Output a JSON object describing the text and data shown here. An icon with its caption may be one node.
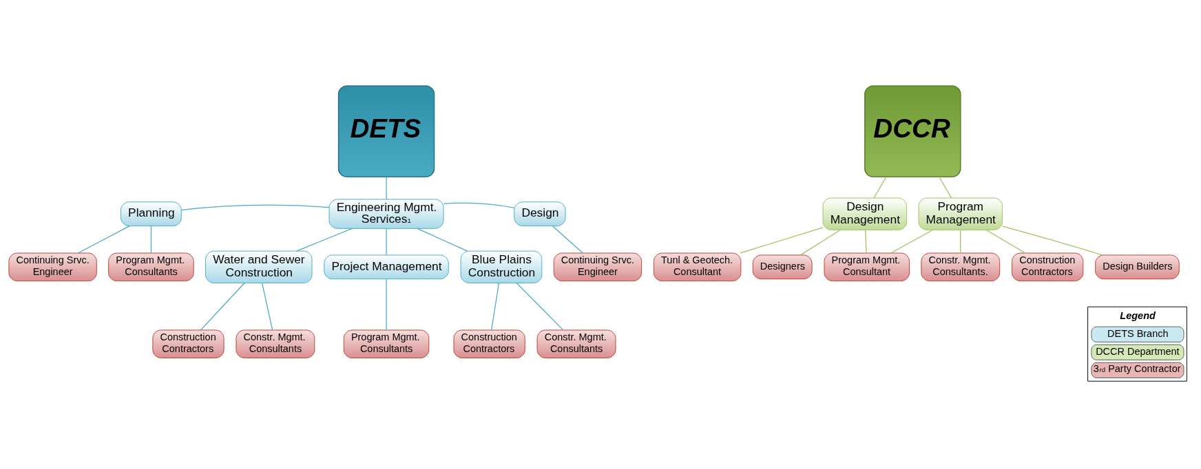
{
  "diagram": {
    "nodes": [
      {
        "text": [
          "DETS"
        ]
      },
      {
        "text": [
          "Planning"
        ]
      },
      {
        "text": [
          "Engineering Mgmt. Services$^{1}$"
        ]
      },
      {
        "text": [
          "Design"
        ]
      },
      {
        "text": [
          "Program Mgmt. Consultants"
        ]
      },
      {
        "text": [
          "Continuing Srvc. Engineer"
        ]
      },
      {
        "text": [
          "Continuing Srvc. Engineer"
        ]
      },
      {
        "text": [
          "Water and Sewer Construction"
        ]
      },
      {
        "text": [
          "Project Management"
        ]
      },
      {
        "text": [
          "Blue Plains Construction"
        ]
      },
      {
        "text": [
          "Constr. Mgmt. Consultants"
        ]
      },
      {
        "text": [
          "Construction Contractors"
        ]
      },
      {
        "text": [
          "Program Mgmt. Consultants"
        ]
      },
      {
        "text": [
          "Constr. Mgmt. Consultants"
        ]
      },
      {
        "text": [
          "Construction Contractors"
        ]
      },
      {
        "text": [
          "DCCR"
        ]
      },
      {
        "text": [
          "Design Management"
        ]
      },
      {
        "text": [
          "Program Management"
        ]
      },
      {
        "text": [
          "Program Mgmt. Consultant"
        ]
      },
      {
        "text": [
          "Tunl & Geotech. Consultant"
        ]
      },
      {
        "text": [
          "Designers"
        ]
      },
      {
        "text": [
          "Constr. Mgmt. Consultants."
        ]
      },
      {
        "text": [
          "Construction Contractors"
        ]
      },
      {
        "text": [
          "Design Builders"
        ]
      }
    ],
    "edges": [
      {
        "from": 0,
        "to": 2,
        "arrow": "none"
      },
      {
        "from": 2,
        "to": 1,
        "arrow": "none"
      },
      {
        "from": 2,
        "to": 3,
        "arrow": "none"
      },
      {
        "from": 1,
        "to": 4,
        "arrow": "none"
      },
      {
        "from": 1,
        "to": 5,
        "arrow": "none"
      },
      {
        "from": 3,
        "to": 6,
        "arrow": "none"
      },
      {
        "from": 2,
        "to": 7,
        "arrow": "none"
      },
      {
        "from": 2,
        "to": 8,
        "arrow": "none"
      },
      {
        "from": 2,
        "to": 9,
        "arrow": "none"
      },
      {
        "from": 7,
        "to": 10,
        "arrow": "none"
      },
      {
        "from": 7,
        "to": 11,
        "arrow": "none"
      },
      {
        "from": 8,
        "to": 12,
        "arrow": "none"
      },
      {
        "from": 9,
        "to": 13,
        "arrow": "none"
      },
      {
        "from": 9,
        "to": 14,
        "arrow": "none"
      },
      {
        "from": 15,
        "to": 16,
        "arrow": "none",
        "color": "#9dc15f"
      },
      {
        "from": 15,
        "to": 17,
        "arrow": "none",
        "color": "#9dc15f"
      },
      {
        "from": 16,
        "to": 18,
        "arrow": "none",
        "color": "#9dc15f"
      },
      {
        "from": 17,
        "to": 18,
        "arrow": "none",
        "color": "#9dc15f"
      },
      {
        "from": 16,
        "to": 19,
        "arrow": "none",
        "color": "#9dc15f"
      },
      {
        "from": 16,
        "to": 20,
        "arrow": "none",
        "color": "#9dc15f"
      },
      {
        "from": 17,
        "to": 21,
        "arrow": "none",
        "color": "#9dc15f"
      },
      {
        "from": 17,
        "to": 22,
        "arrow": "none",
        "color": "#9dc15f"
      },
      {
        "from": 17,
        "to": 23,
        "arrow": "none",
        "color": "#9dc15f"
      }
    ],
    "labels": [
      "Legend"
    ],
    "legend": [
      {
        "text": "DETS Branch",
        "color": "#c9e8f1"
      },
      {
        "text": "DCCR Department",
        "color": "#d6e8b8"
      },
      {
        "text": "3$^{rd}$ Party Contractor",
        "color": "#e8b4b4"
      }
    ]
  }
}
